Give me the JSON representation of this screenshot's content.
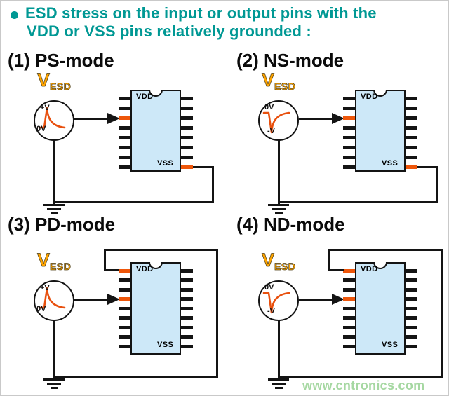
{
  "title": {
    "line1": "ESD stress on the input or output pins with the",
    "line2": "VDD or VSS pins relatively grounded :"
  },
  "watermark": "www.cntronics.com",
  "colors": {
    "title": "#009894",
    "vesd": "#ffa400",
    "pulse": "#e8500e",
    "pin_highlight": "#ee560a",
    "chip_fill": "#cde8f8",
    "wire": "#141414",
    "watermark": "#a6d8a2"
  },
  "source_label": {
    "main": "V",
    "sub": "ESD"
  },
  "modes": [
    {
      "heading": "(1) PS-mode",
      "pulse": "positive",
      "wave_top_label": "+V",
      "wave_bottom_label": "0V",
      "vdd": "VDD",
      "vss": "VSS"
    },
    {
      "heading": "(2) NS-mode",
      "pulse": "negative",
      "wave_top_label": "0V",
      "wave_bottom_label": "-V",
      "vdd": "VDD",
      "vss": "VSS"
    },
    {
      "heading": "(3) PD-mode",
      "pulse": "positive",
      "wave_top_label": "+V",
      "wave_bottom_label": "0V",
      "vdd": "VDD",
      "vss": "VSS"
    },
    {
      "heading": "(4) ND-mode",
      "pulse": "negative",
      "wave_top_label": "0V",
      "wave_bottom_label": "-V",
      "vdd": "VDD",
      "vss": "VSS"
    }
  ]
}
